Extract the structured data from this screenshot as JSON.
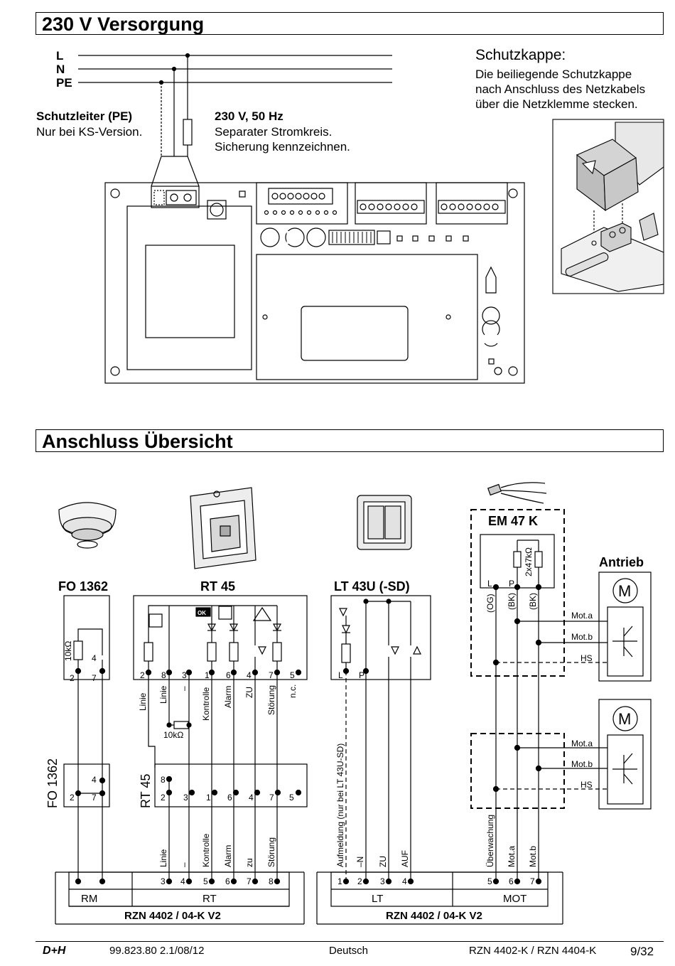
{
  "section1": {
    "title": "230 V Versorgung",
    "lines": [
      "L",
      "N",
      "PE"
    ],
    "pe_title": "Schutzleiter (PE)",
    "pe_text": "Nur bei KS-Version.",
    "supply_title": "230 V, 50 Hz",
    "supply_text1": "Separater Stromkreis.",
    "supply_text2": "Sicherung kennzeichnen.",
    "cap_title": "Schutzkappe:",
    "cap_text1": "Die beiliegende Schutzkappe",
    "cap_text2": "nach Anschluss des Netzkabels",
    "cap_text3": "über die Netzklemme stecken."
  },
  "section2": {
    "title": "Anschluss Übersicht",
    "fo": {
      "name": "FO 1362",
      "resistor": "10kΩ",
      "terms_top": [
        "4",
        "2",
        "7"
      ],
      "terms_bottom": [
        "4",
        "2",
        "7"
      ],
      "side_label": "FO 1362"
    },
    "rt": {
      "name": "RT 45",
      "term_nums": [
        "2",
        "8",
        "3",
        "1",
        "6",
        "4",
        "7",
        "5"
      ],
      "labels": [
        "Linie",
        "Linie",
        "–",
        "Kontrolle",
        "Alarm",
        "ZU",
        "Störung",
        "n.c."
      ],
      "resistor": "10kΩ",
      "ok": "OK",
      "side_label": "RT 45",
      "bottom_terms": [
        "8",
        "2",
        "3",
        "1",
        "6",
        "4",
        "7",
        "5"
      ]
    },
    "lt": {
      "name": "LT 43U (-SD)",
      "terms": [
        "L",
        "P"
      ],
      "aufmeldung": "Aufmeldung (nur bei LT 43U-SD)"
    },
    "em": {
      "name": "EM 47 K",
      "resistor": "2x47kΩ",
      "terms": [
        "L",
        "P"
      ],
      "wires": [
        "(OG)",
        "(BK)",
        "(BK)"
      ]
    },
    "antrieb": {
      "title": "Antrieb",
      "motor": "M",
      "wires": [
        "Mot.a",
        "Mot.b",
        "HS"
      ]
    },
    "rzn_left": {
      "cols": [
        "RM",
        "RT"
      ],
      "nums": [
        "3",
        "4",
        "5",
        "6",
        "7",
        "8"
      ],
      "labels": [
        "Linie",
        "–",
        "Kontrolle",
        "Alarm",
        "zu",
        "Störung"
      ],
      "name": "RZN 4402 / 04-K V2"
    },
    "rzn_right": {
      "cols": [
        "LT",
        "MOT"
      ],
      "nums": [
        "1",
        "2",
        "3",
        "4",
        "5",
        "6",
        "7"
      ],
      "labels": [
        "Aufmeldung (nur bei LT 43U-SD)",
        "–N",
        "ZU",
        "AUF",
        "Überwachung",
        "Mot.a",
        "Mot.b"
      ],
      "name": "RZN 4402 / 04-K V2"
    }
  },
  "footer": {
    "logo": "D+H",
    "doc_no": "99.823.80 2.1/08/12",
    "language": "Deutsch",
    "product": "RZN 4402-K / RZN 4404-K",
    "page": "9/32"
  }
}
